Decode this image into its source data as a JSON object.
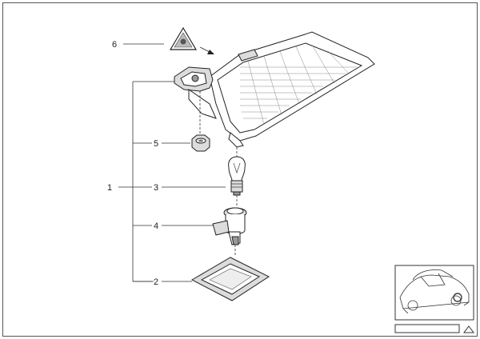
{
  "callouts": {
    "c6": "6",
    "c5": "5",
    "c1": "1",
    "c3": "3",
    "c4": "4",
    "c2": "2"
  },
  "icons": {
    "warning": "warning-triangle-icon",
    "nav_up": "triangle-up-icon"
  },
  "colors": {
    "line": "#333333",
    "border": "#555555",
    "background": "#ffffff"
  }
}
